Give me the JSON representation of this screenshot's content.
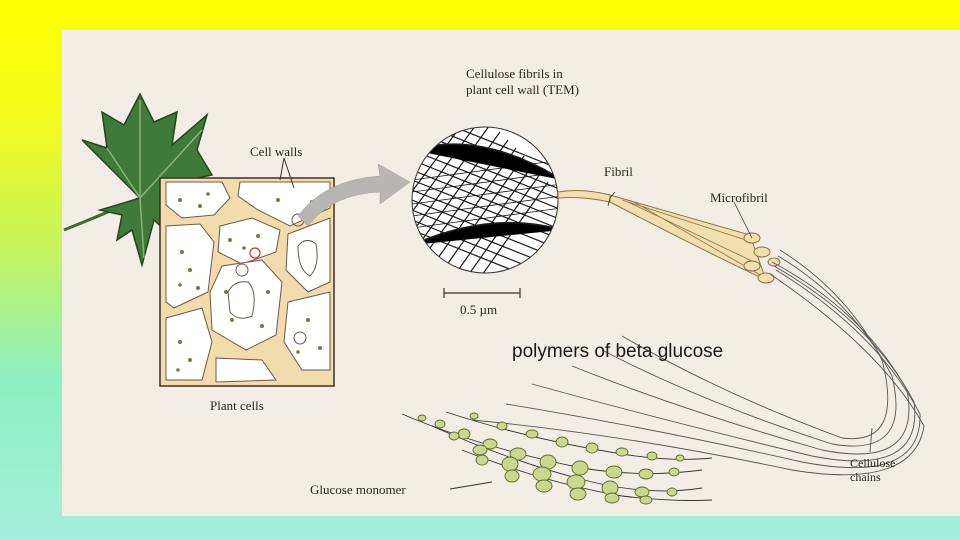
{
  "background": {
    "colors": [
      "#ffff00",
      "#a6f0dc"
    ]
  },
  "figure": {
    "colors": {
      "panel": "#f2eee6",
      "leaf": "#3f7a3a",
      "cell_wall": "#f2dcae",
      "cell_interior": "#ffffff",
      "arrow": "#b8b6b2",
      "fibril": "#f1dfb0",
      "glucose": "#c9d88e"
    },
    "labels": {
      "cell_walls": "Cell walls",
      "plant_cells": "Plant cells",
      "tem_title": "Cellulose fibrils in\nplant cell wall (TEM)",
      "scale_bar": "0.5 µm",
      "fibril": "Fibril",
      "microfibril": "Microfibril",
      "caption": "polymers of beta glucose",
      "glucose_monomer": "Glucose monomer",
      "cellulose_chains": "Cellulose\nchains"
    }
  }
}
